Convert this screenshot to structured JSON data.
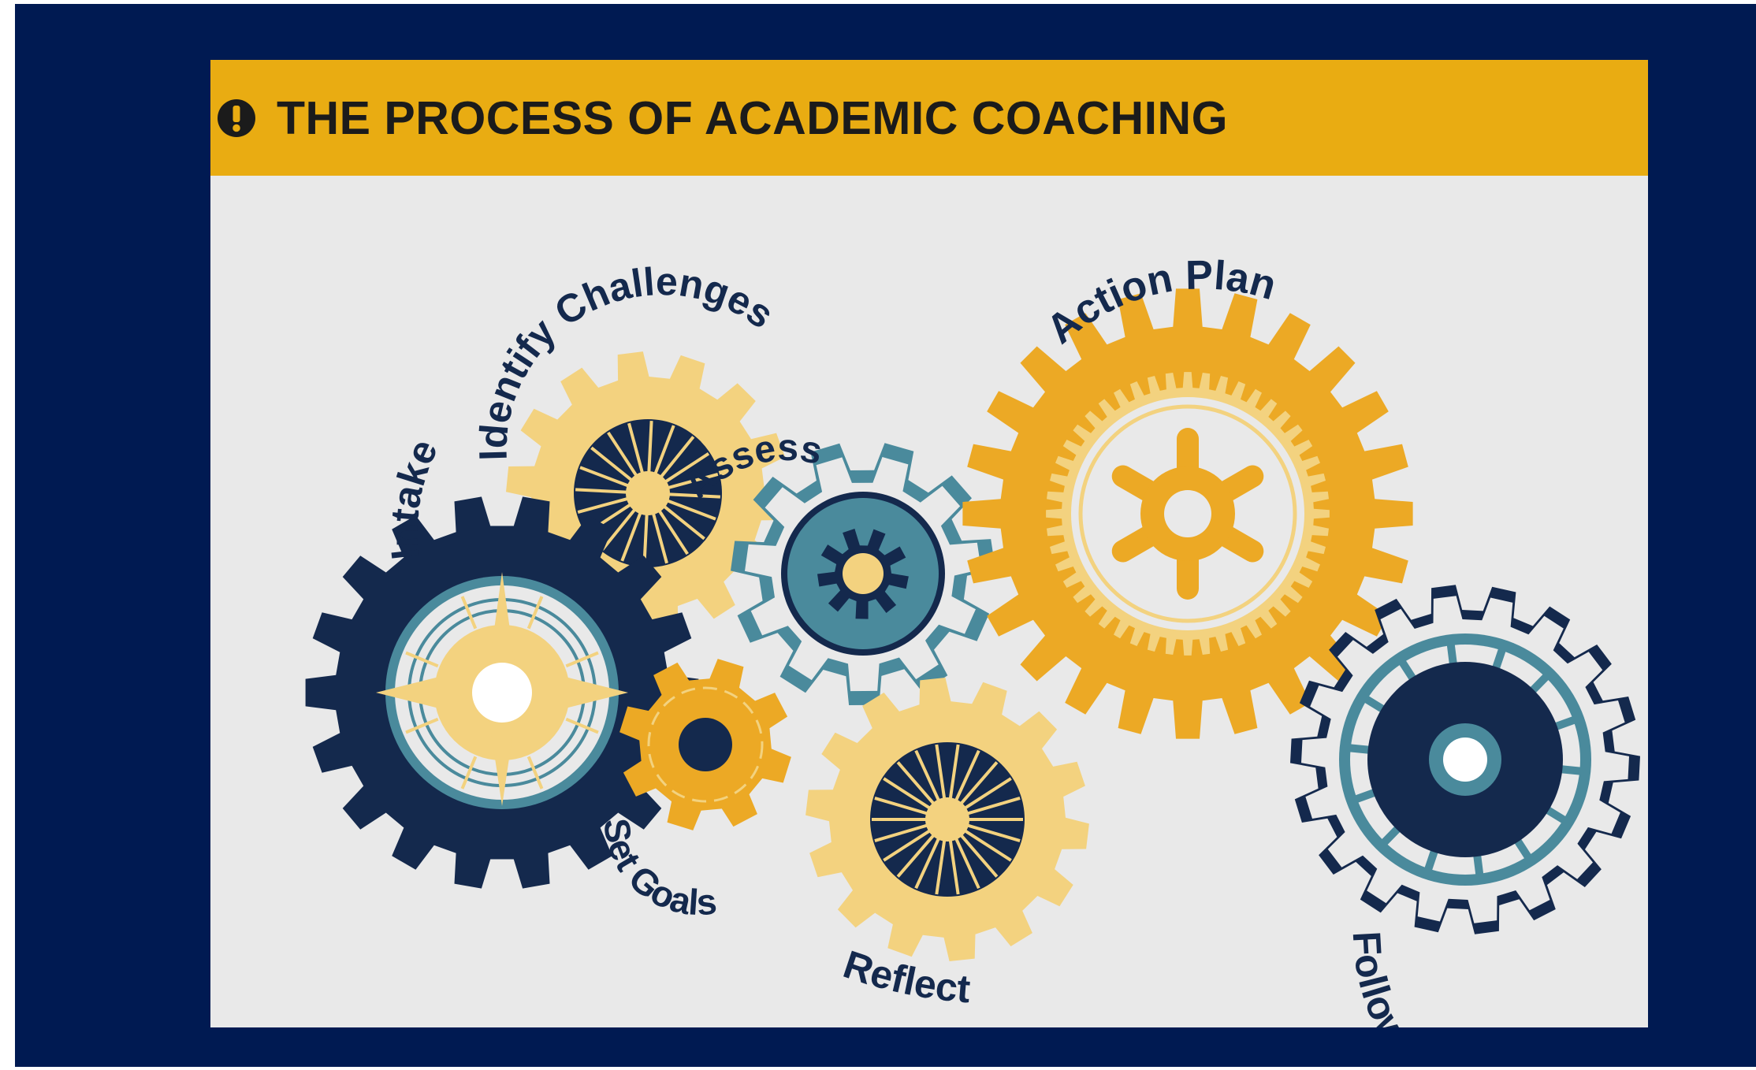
{
  "header": {
    "icon": "exclamation-circle-icon",
    "title": "THE PROCESS OF ACADEMIC COACHING"
  },
  "steps": {
    "intake": "Intake",
    "identify": "Identify Challenges",
    "assess": "Assess",
    "action": "Action Plan",
    "set_goals": "Set Goals",
    "reflect": "Reflect",
    "follow_up": "Follow-Up"
  },
  "colors": {
    "frame": "#001a52",
    "banner": "#e9ac12",
    "card_background": "#e9e9e9",
    "navy": "#14294d",
    "gold": "#eca925",
    "light_gold": "#f3d27f",
    "teal": "#4a8a9c"
  }
}
